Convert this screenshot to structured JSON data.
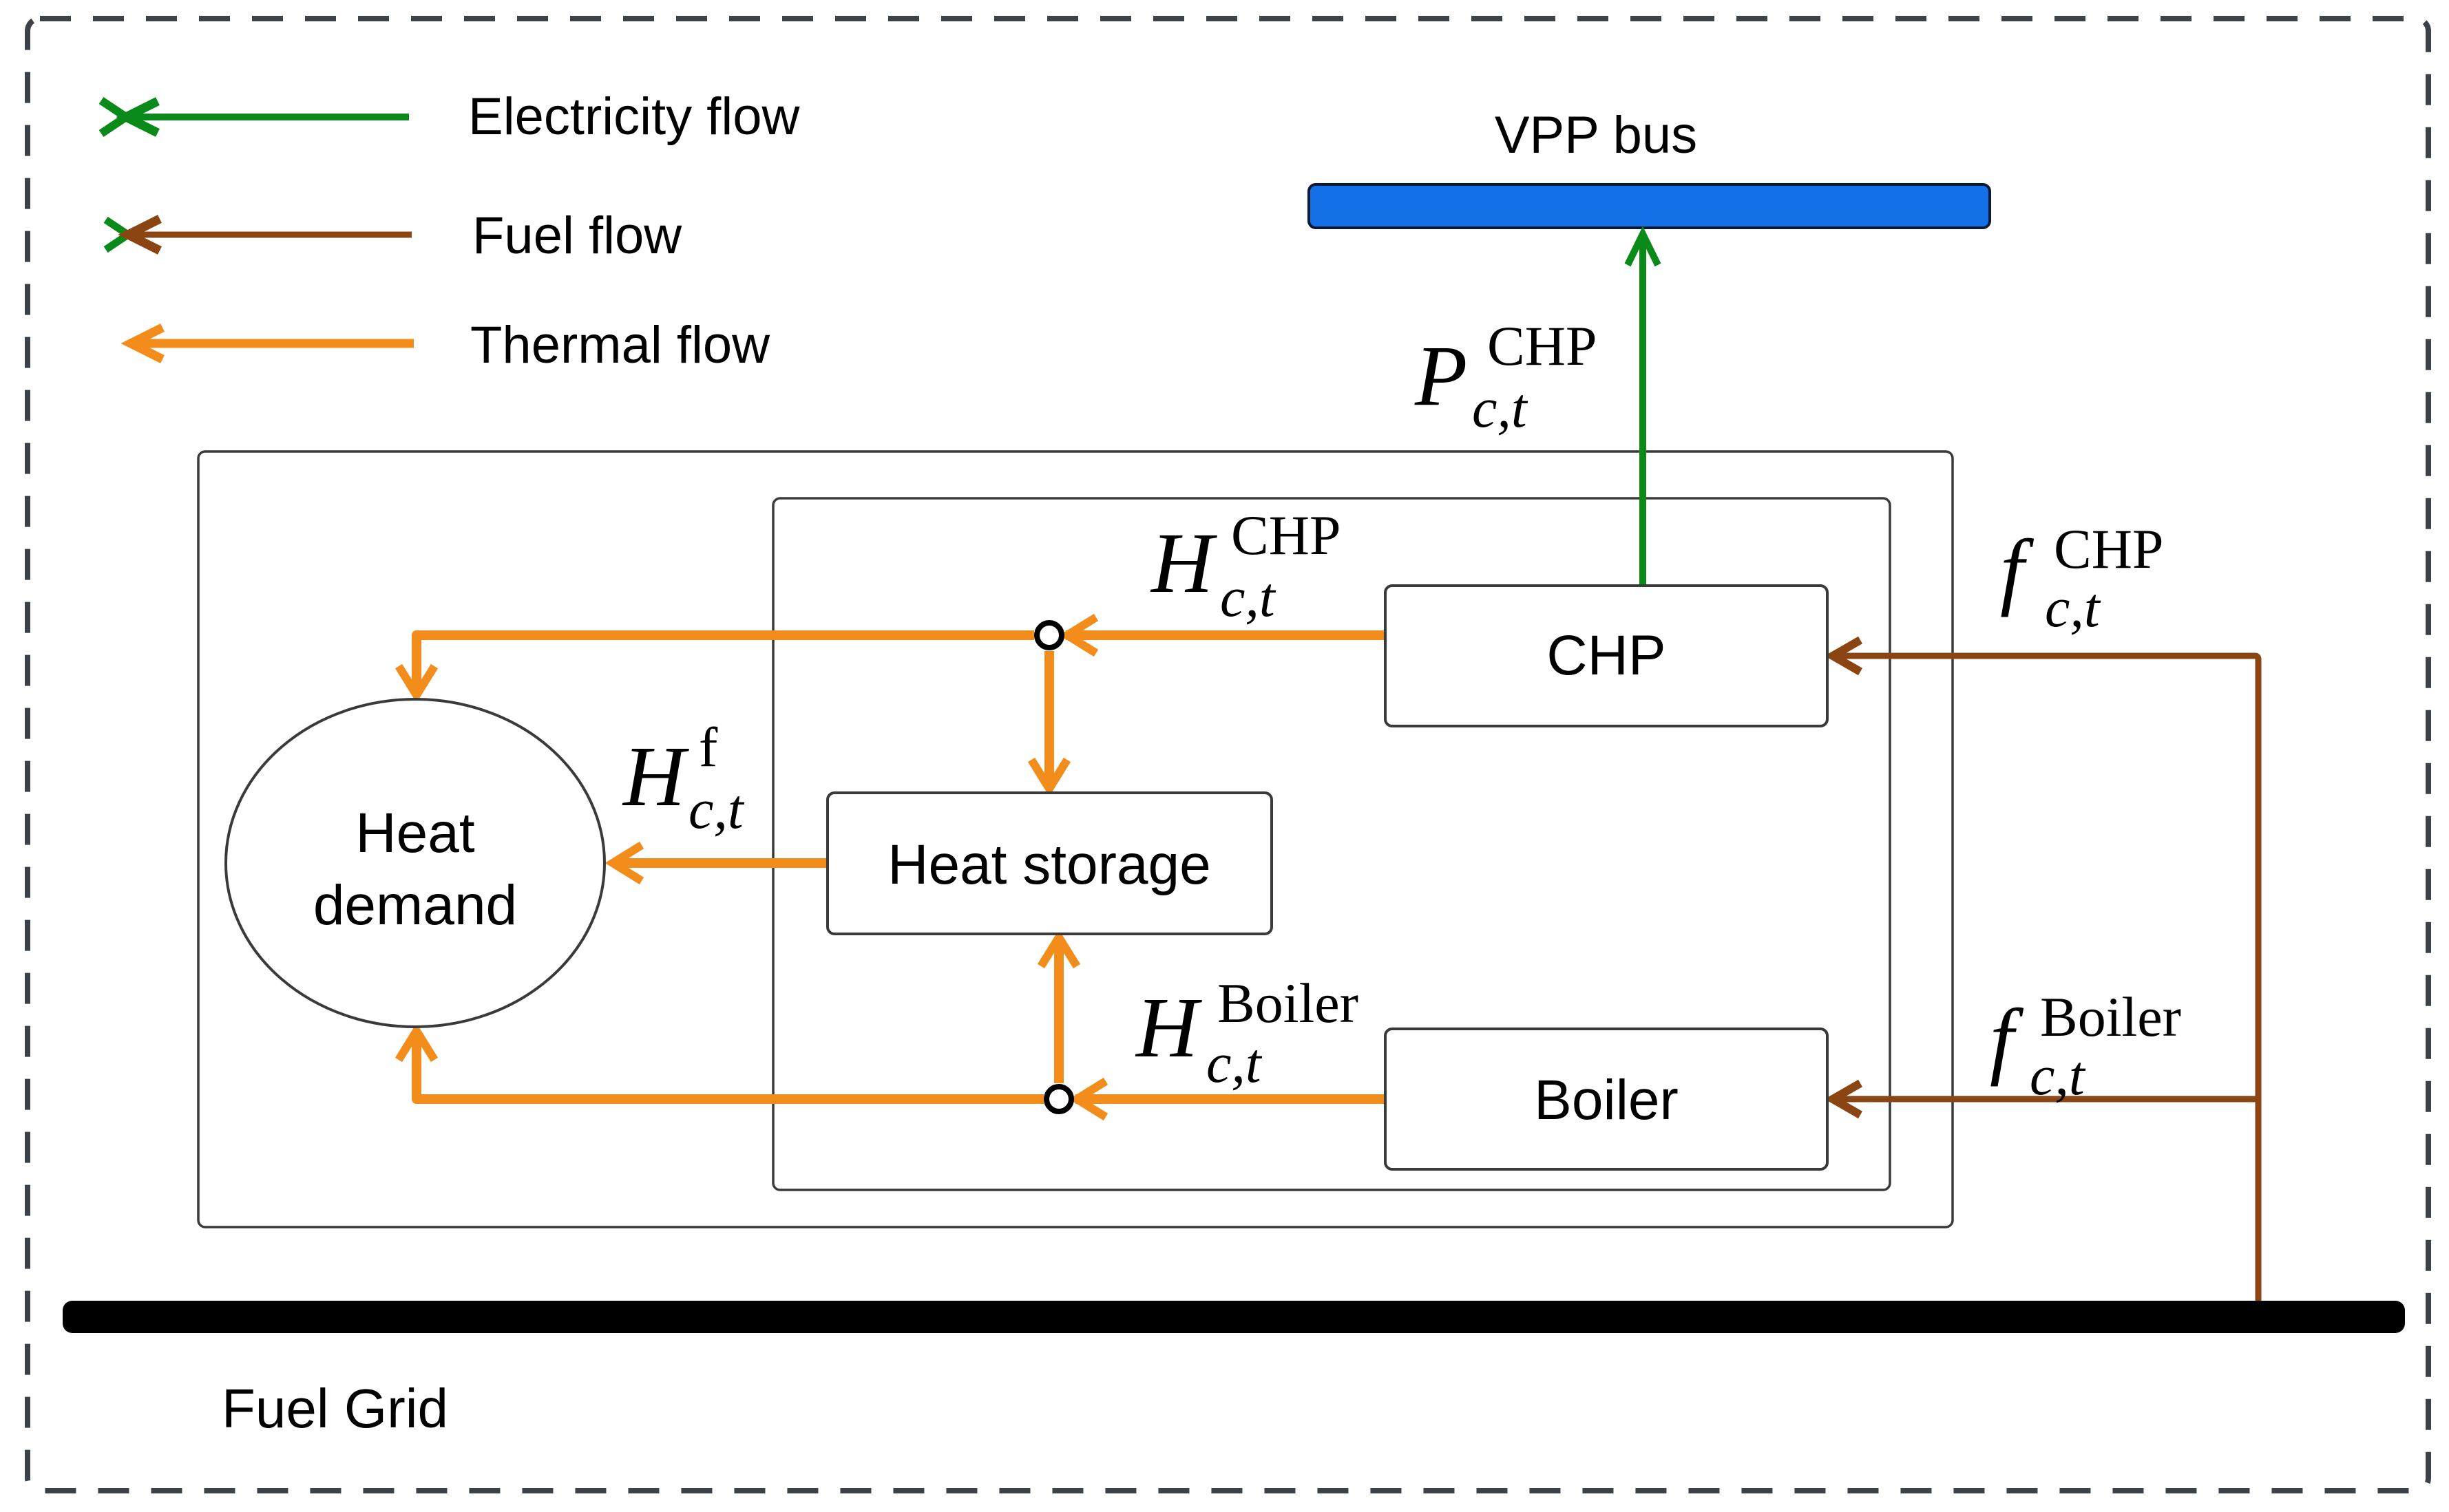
{
  "colors": {
    "electricity": "#0a8a18",
    "fuel": "#8b4513",
    "thermal": "#f28c1a",
    "vpp_bus": "#1370e6",
    "fuel_grid": "#000000",
    "border": "#3d4249"
  },
  "legend": [
    {
      "label": "Electricity flow",
      "flow": "electricity",
      "icon": "left-arrow-icon"
    },
    {
      "label": "Fuel flow",
      "flow": "fuel",
      "icon": "left-arrow-icon"
    },
    {
      "label": "Thermal flow",
      "flow": "thermal",
      "icon": "left-arrow-icon"
    }
  ],
  "nodes": {
    "vpp_bus": "VPP bus",
    "chp": "CHP",
    "boiler": "Boiler",
    "heat_storage": "Heat storage",
    "heat_demand_line1": "Heat",
    "heat_demand_line2": "demand",
    "fuel_grid": "Fuel Grid"
  },
  "variables": {
    "p_chp": {
      "base": "P",
      "sup": "CHP",
      "sub": "c,t"
    },
    "h_chp": {
      "base": "H",
      "sup": "CHP",
      "sub": "c,t"
    },
    "h_f": {
      "base": "H",
      "sup": "f",
      "sub": "c,t"
    },
    "h_boiler": {
      "base": "H",
      "sup": "Boiler",
      "sub": "c,t"
    },
    "f_chp": {
      "base": "f",
      "sup": "CHP",
      "sub": "c,t"
    },
    "f_boiler": {
      "base": "f",
      "sup": "Boiler",
      "sub": "c,t"
    }
  }
}
